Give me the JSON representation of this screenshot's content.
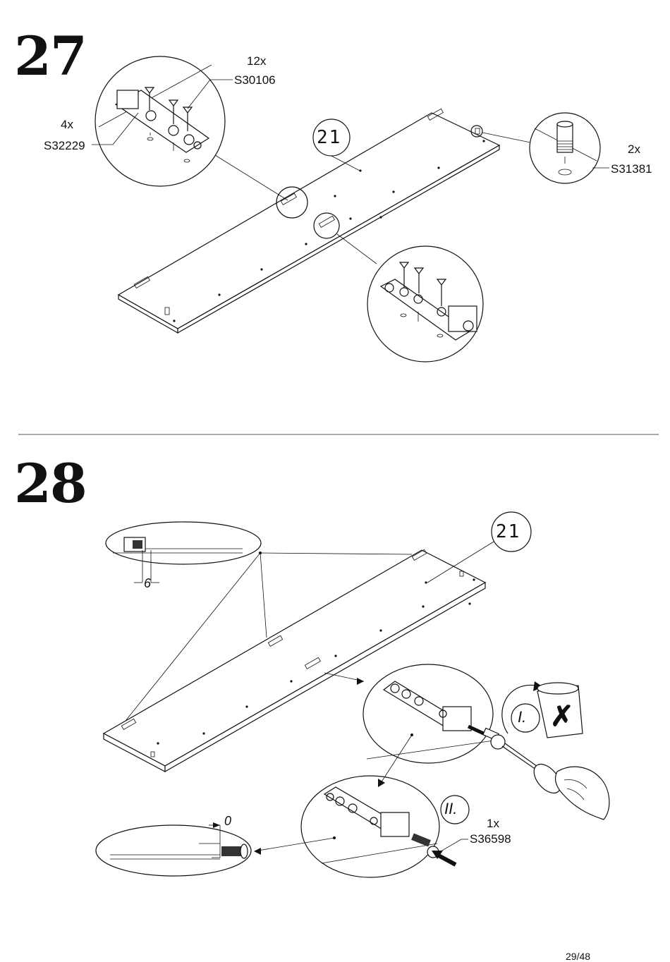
{
  "steps": [
    {
      "number": "27",
      "part_circle": "21",
      "callouts": [
        {
          "qty": "12x",
          "code": "S30106"
        },
        {
          "qty": "4x",
          "code": "S32229"
        },
        {
          "qty": "2x",
          "code": "S31381"
        }
      ]
    },
    {
      "number": "28",
      "part_circle": "21",
      "dimension_a": "6",
      "dimension_b": "0",
      "substep_1": "I.",
      "substep_2": "II.",
      "reject_mark": "✗",
      "callout": {
        "qty": "1x",
        "code": "S36598"
      }
    }
  ],
  "footer": {
    "page": "29/48"
  }
}
